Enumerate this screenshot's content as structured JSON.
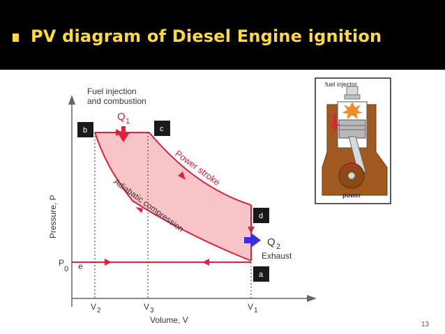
{
  "slide": {
    "title": "PV diagram of Diesel Engine ignition",
    "page_number": "13"
  },
  "diagram": {
    "fuel_injection_line1": "Fuel injection",
    "fuel_injection_line2": "and combustion",
    "q1": "Q",
    "q1_sub": "1",
    "q2": "Q",
    "q2_sub": "2",
    "exhaust": "Exhaust",
    "power_stroke": "Power stroke",
    "adiabatic_compression": "Adiabatic compression",
    "y_axis_label": "Pressure, P",
    "x_axis_label": "Volume, V",
    "p0": "P",
    "p0_sub": "0",
    "point_e": "e",
    "v2": "V",
    "v2_sub": "2",
    "v3": "V",
    "v3_sub": "3",
    "v1": "V",
    "v1_sub": "1",
    "box_b": "b",
    "box_c": "c",
    "box_d": "d",
    "box_a": "a"
  },
  "engine": {
    "fuel_injector_label": "fuel injector",
    "power_label": "power"
  },
  "colors": {
    "title_bg": "#000000",
    "title_text": "#fed93b",
    "cycle_red": "#e0203c",
    "cycle_fill": "#f7c4c8",
    "q2_arrow": "#3a2fe0",
    "engine_block": "#a0591e",
    "label_box": "#1a1a1a"
  }
}
